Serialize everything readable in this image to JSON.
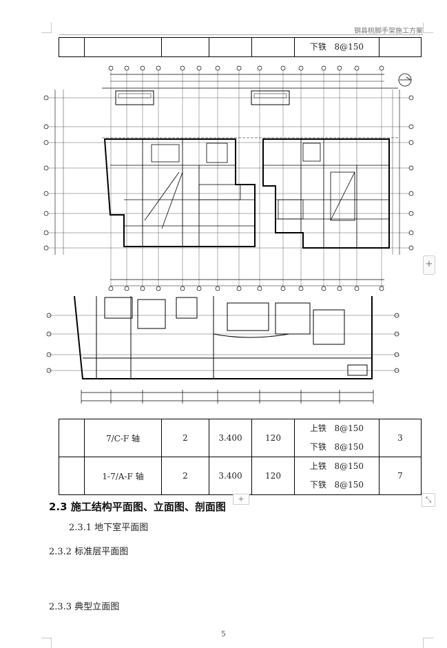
{
  "header": {
    "title": "钢县桃脚手架施工方案"
  },
  "table_top": {
    "steel": {
      "prefix": "下铁",
      "spec": "8@150"
    }
  },
  "table_bottom": {
    "rows": [
      {
        "axis": "7/C-F 轴",
        "count": "2",
        "length": "3.400",
        "thickness": "120",
        "top_steel_prefix": "上铁",
        "top_steel_spec": "8@150",
        "bottom_steel_prefix": "下铁",
        "bottom_steel_spec": "8@150",
        "qty": "3"
      },
      {
        "axis": "1-7/A-F 轴",
        "count": "2",
        "length": "3.400",
        "thickness": "120",
        "top_steel_prefix": "上铁",
        "top_steel_spec": "8@150",
        "bottom_steel_prefix": "下铁",
        "bottom_steel_spec": "8@150",
        "qty": "7"
      }
    ]
  },
  "section": {
    "heading_num": "2.3",
    "heading_text": "施工结构平面图、立面图、剖面图",
    "sub1": "2.3.1  地下室平面图",
    "sub2": "2.3.2  标准层平面图",
    "sub3": "2.3.3  典型立面图"
  },
  "ui": {
    "add_label": "+",
    "resize_label": "⤡"
  },
  "footer": {
    "page_number": "5"
  }
}
